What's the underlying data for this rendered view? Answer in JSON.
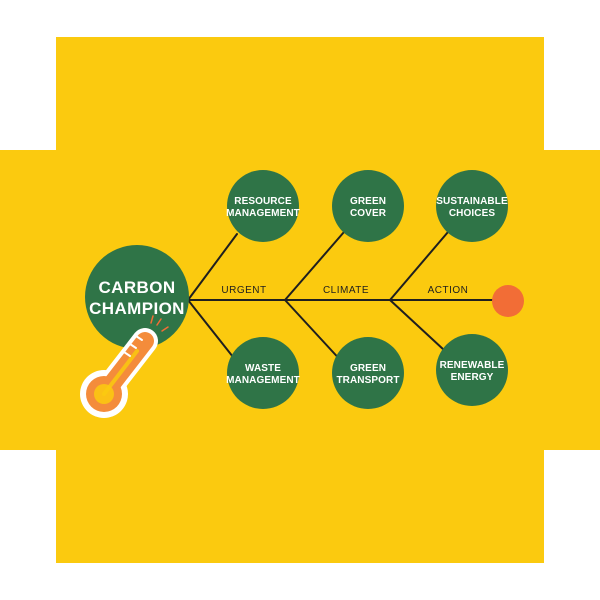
{
  "colors": {
    "background": "#ffffff",
    "panel": "#fbca0f",
    "node": "#2f7447",
    "node_text": "#ffffff",
    "line": "#1f1f1f",
    "tail_dot": "#f26d36",
    "thermometer": "#f48c3b",
    "thermometer_outline": "#ffffff"
  },
  "main": {
    "line1": "CARBON",
    "line2": "CHAMPION"
  },
  "spine": {
    "labels": [
      "URGENT",
      "CLIMATE",
      "ACTION"
    ]
  },
  "nodes": {
    "top": [
      {
        "line1": "RESOURCE",
        "line2": "MANAGEMENT"
      },
      {
        "line1": "GREEN",
        "line2": "COVER"
      },
      {
        "line1": "SUSTAINABLE",
        "line2": "CHOICES"
      }
    ],
    "bottom": [
      {
        "line1": "WASTE",
        "line2": "MANAGEMENT"
      },
      {
        "line1": "GREEN",
        "line2": "TRANSPORT"
      },
      {
        "line1": "RENEWABLE",
        "line2": "ENERGY"
      }
    ]
  },
  "icons": {
    "thermometer": "thermometer-icon",
    "tail": "orange-dot"
  }
}
